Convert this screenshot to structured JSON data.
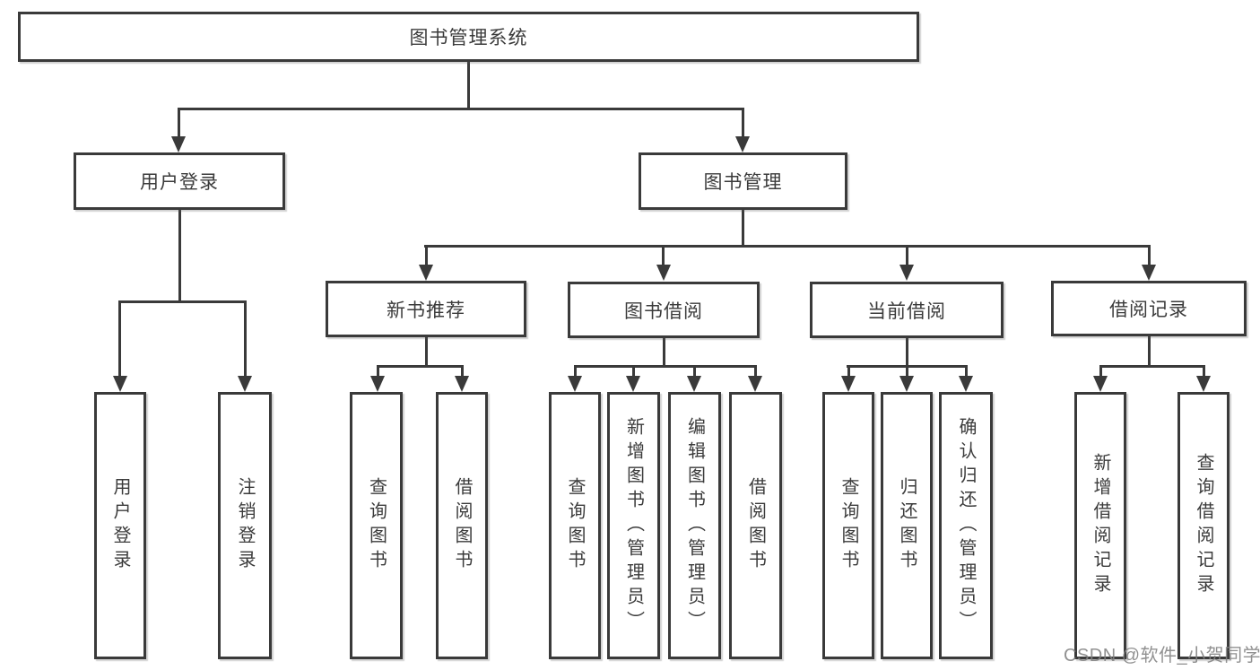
{
  "tree": {
    "root": {
      "label": "图书管理系统"
    },
    "user_login": {
      "label": "用户登录",
      "children": [
        {
          "label": "用户登录"
        },
        {
          "label": "注销登录"
        }
      ]
    },
    "book_mgmt": {
      "label": "图书管理",
      "children": [
        {
          "label": "新书推荐",
          "children": [
            {
              "label": "查询图书"
            },
            {
              "label": "借阅图书"
            }
          ]
        },
        {
          "label": "图书借阅",
          "children": [
            {
              "label": "查询图书"
            },
            {
              "label": "新增图书（管理员）"
            },
            {
              "label": "编辑图书（管理员）"
            },
            {
              "label": "借阅图书"
            }
          ]
        },
        {
          "label": "当前借阅",
          "children": [
            {
              "label": "查询图书"
            },
            {
              "label": "归还图书"
            },
            {
              "label": "确认归还（管理员）"
            }
          ]
        },
        {
          "label": "借阅记录",
          "children": [
            {
              "label": "新增借阅记录"
            },
            {
              "label": "查询借阅记录"
            }
          ]
        }
      ]
    }
  },
  "watermark": {
    "text": "CSDN @软件_小贺同学"
  },
  "colors": {
    "line": "#3a3a3a",
    "box_border": "#3a3a3a",
    "text": "#3b3b3b",
    "watermark": "#828282",
    "background": "#ffffff"
  }
}
